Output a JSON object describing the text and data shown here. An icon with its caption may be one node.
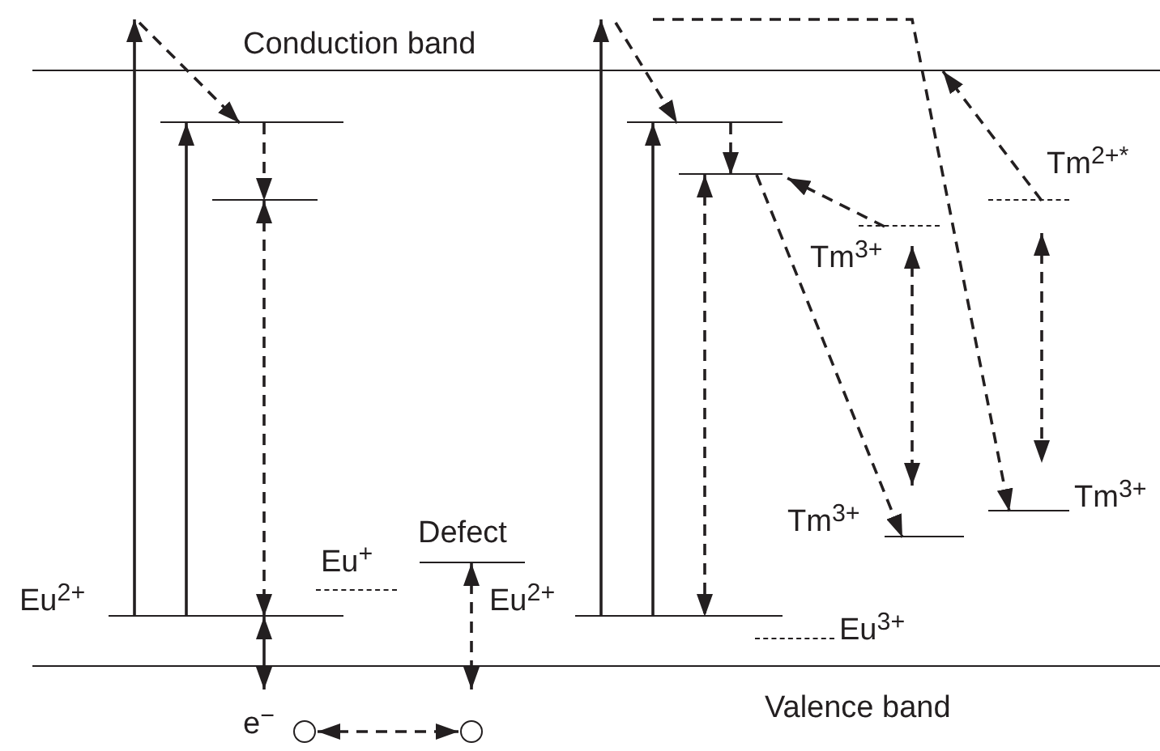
{
  "diagram": {
    "nodes": [
      {
        "text": [
          "Conduction band"
        ]
      },
      {
        "text": [],
        "shape": "bar"
      },
      {
        "text": [],
        "shape": "bar"
      },
      {
        "text": [
          "Eu$^{+}$"
        ]
      },
      {
        "text": [
          "Defect"
        ]
      },
      {
        "text": [
          "Eu$^{2+}$"
        ]
      },
      {
        "text": [
          "Valence band"
        ]
      },
      {
        "text": [],
        "shape": "circle",
        "beside": [
          "e$^{−}$"
        ]
      },
      {
        "text": [],
        "shape": "circle"
      },
      {
        "text": [],
        "shape": "bar"
      },
      {
        "text": [],
        "shape": "bar"
      },
      {
        "text": [
          "Tm$^{2+*}$"
        ]
      },
      {
        "text": [
          "Tm$^{3+}$"
        ]
      },
      {
        "text": [
          "Tm$^{3+}$"
        ]
      },
      {
        "text": [
          "Tm$^{3+}$"
        ]
      },
      {
        "text": [
          "Eu$^{2+}$"
        ]
      },
      {
        "text": [
          "Eu$^{3+}$"
        ]
      }
    ],
    "edges": [
      {
        "from": 5,
        "to": null,
        "arrow": "to"
      },
      {
        "from": null,
        "to": 1,
        "arrow": "to",
        "style": "dashed"
      },
      {
        "from": 5,
        "to": 1,
        "arrow": "to"
      },
      {
        "from": 1,
        "to": 2,
        "arrow": "to",
        "style": "dashed"
      },
      {
        "from": 2,
        "to": 5,
        "arrow": "both",
        "style": "dashed"
      },
      {
        "from": 5,
        "to": 6,
        "arrow": "both"
      },
      {
        "from": 4,
        "to": 6,
        "arrow": "both",
        "style": "dashed"
      },
      {
        "from": 7,
        "to": 8,
        "arrow": "both",
        "style": "dashed"
      },
      {
        "from": 15,
        "to": null,
        "arrow": "to"
      },
      {
        "from": null,
        "to": 9,
        "arrow": "to",
        "style": "dashed"
      },
      {
        "from": 15,
        "to": 9,
        "arrow": "to"
      },
      {
        "from": 9,
        "to": 10,
        "arrow": "to",
        "style": "dashed"
      },
      {
        "from": 10,
        "to": 15,
        "arrow": "both",
        "style": "dashed"
      },
      {
        "from": 12,
        "to": 10,
        "arrow": "to",
        "style": "dashed"
      },
      {
        "from": 10,
        "to": 14,
        "arrow": "to",
        "style": "dashed"
      },
      {
        "from": 12,
        "to": 14,
        "arrow": "both",
        "style": "dashed"
      },
      {
        "from": 11,
        "to": 0,
        "arrow": "to",
        "style": "dashed"
      },
      {
        "from": null,
        "to": 13,
        "arrow": "to",
        "style": "dashed"
      },
      {
        "from": 11,
        "to": 13,
        "arrow": "both",
        "style": "dashed"
      }
    ]
  }
}
